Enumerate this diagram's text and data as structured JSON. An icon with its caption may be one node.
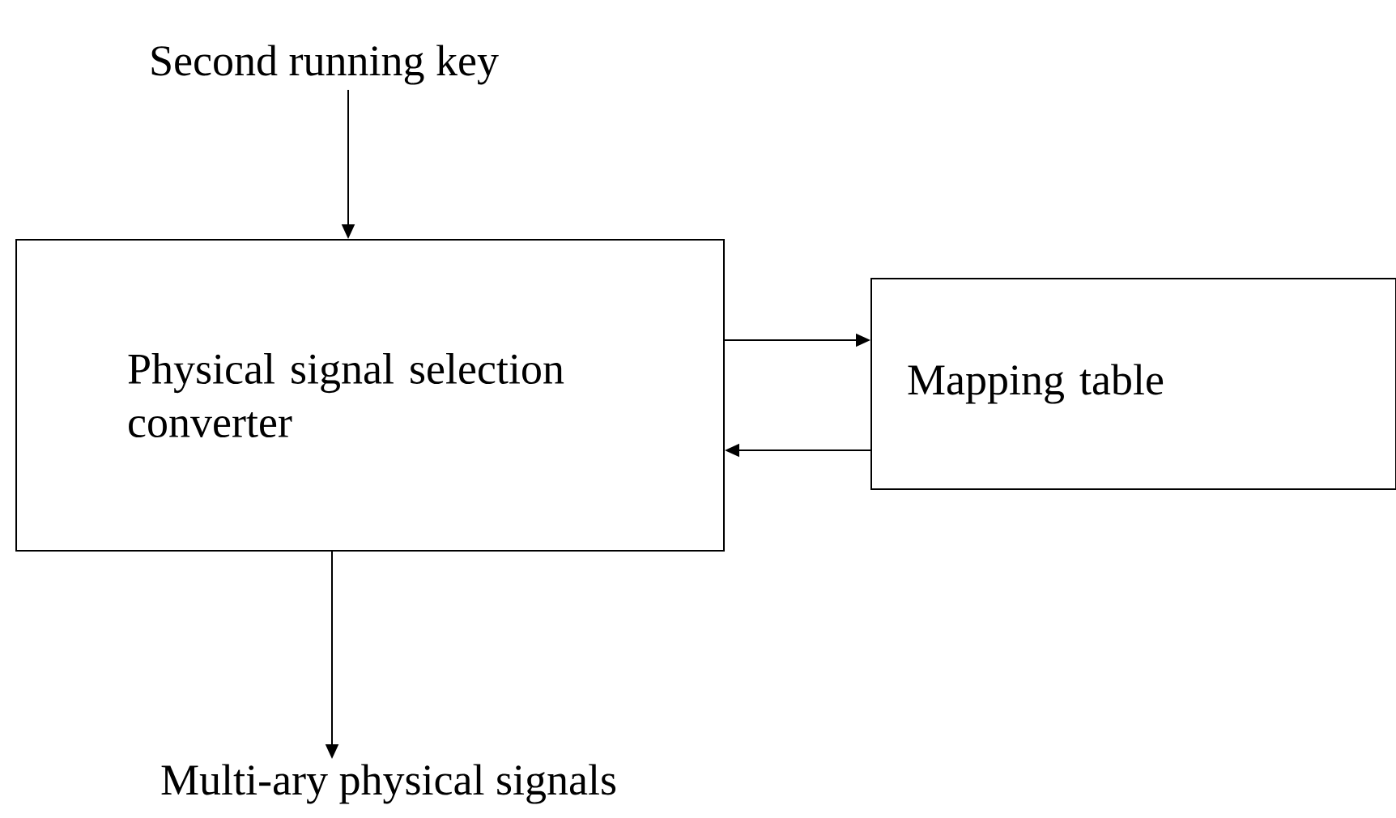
{
  "diagram": {
    "nodes": [
      {
        "text": [
          "Second running key"
        ]
      },
      {
        "text": [
          "Physical signal selection converter"
        ]
      },
      {
        "text": [
          "Mapping table"
        ]
      },
      {
        "text": [
          "Multi-ary physical signals"
        ]
      }
    ],
    "edges": [
      {
        "from": 0,
        "to": 1,
        "arrow": "to"
      },
      {
        "from": 1,
        "to": 2,
        "arrow": "to"
      },
      {
        "from": 2,
        "to": 1,
        "arrow": "to"
      },
      {
        "from": 1,
        "to": 3,
        "arrow": "to"
      }
    ]
  }
}
